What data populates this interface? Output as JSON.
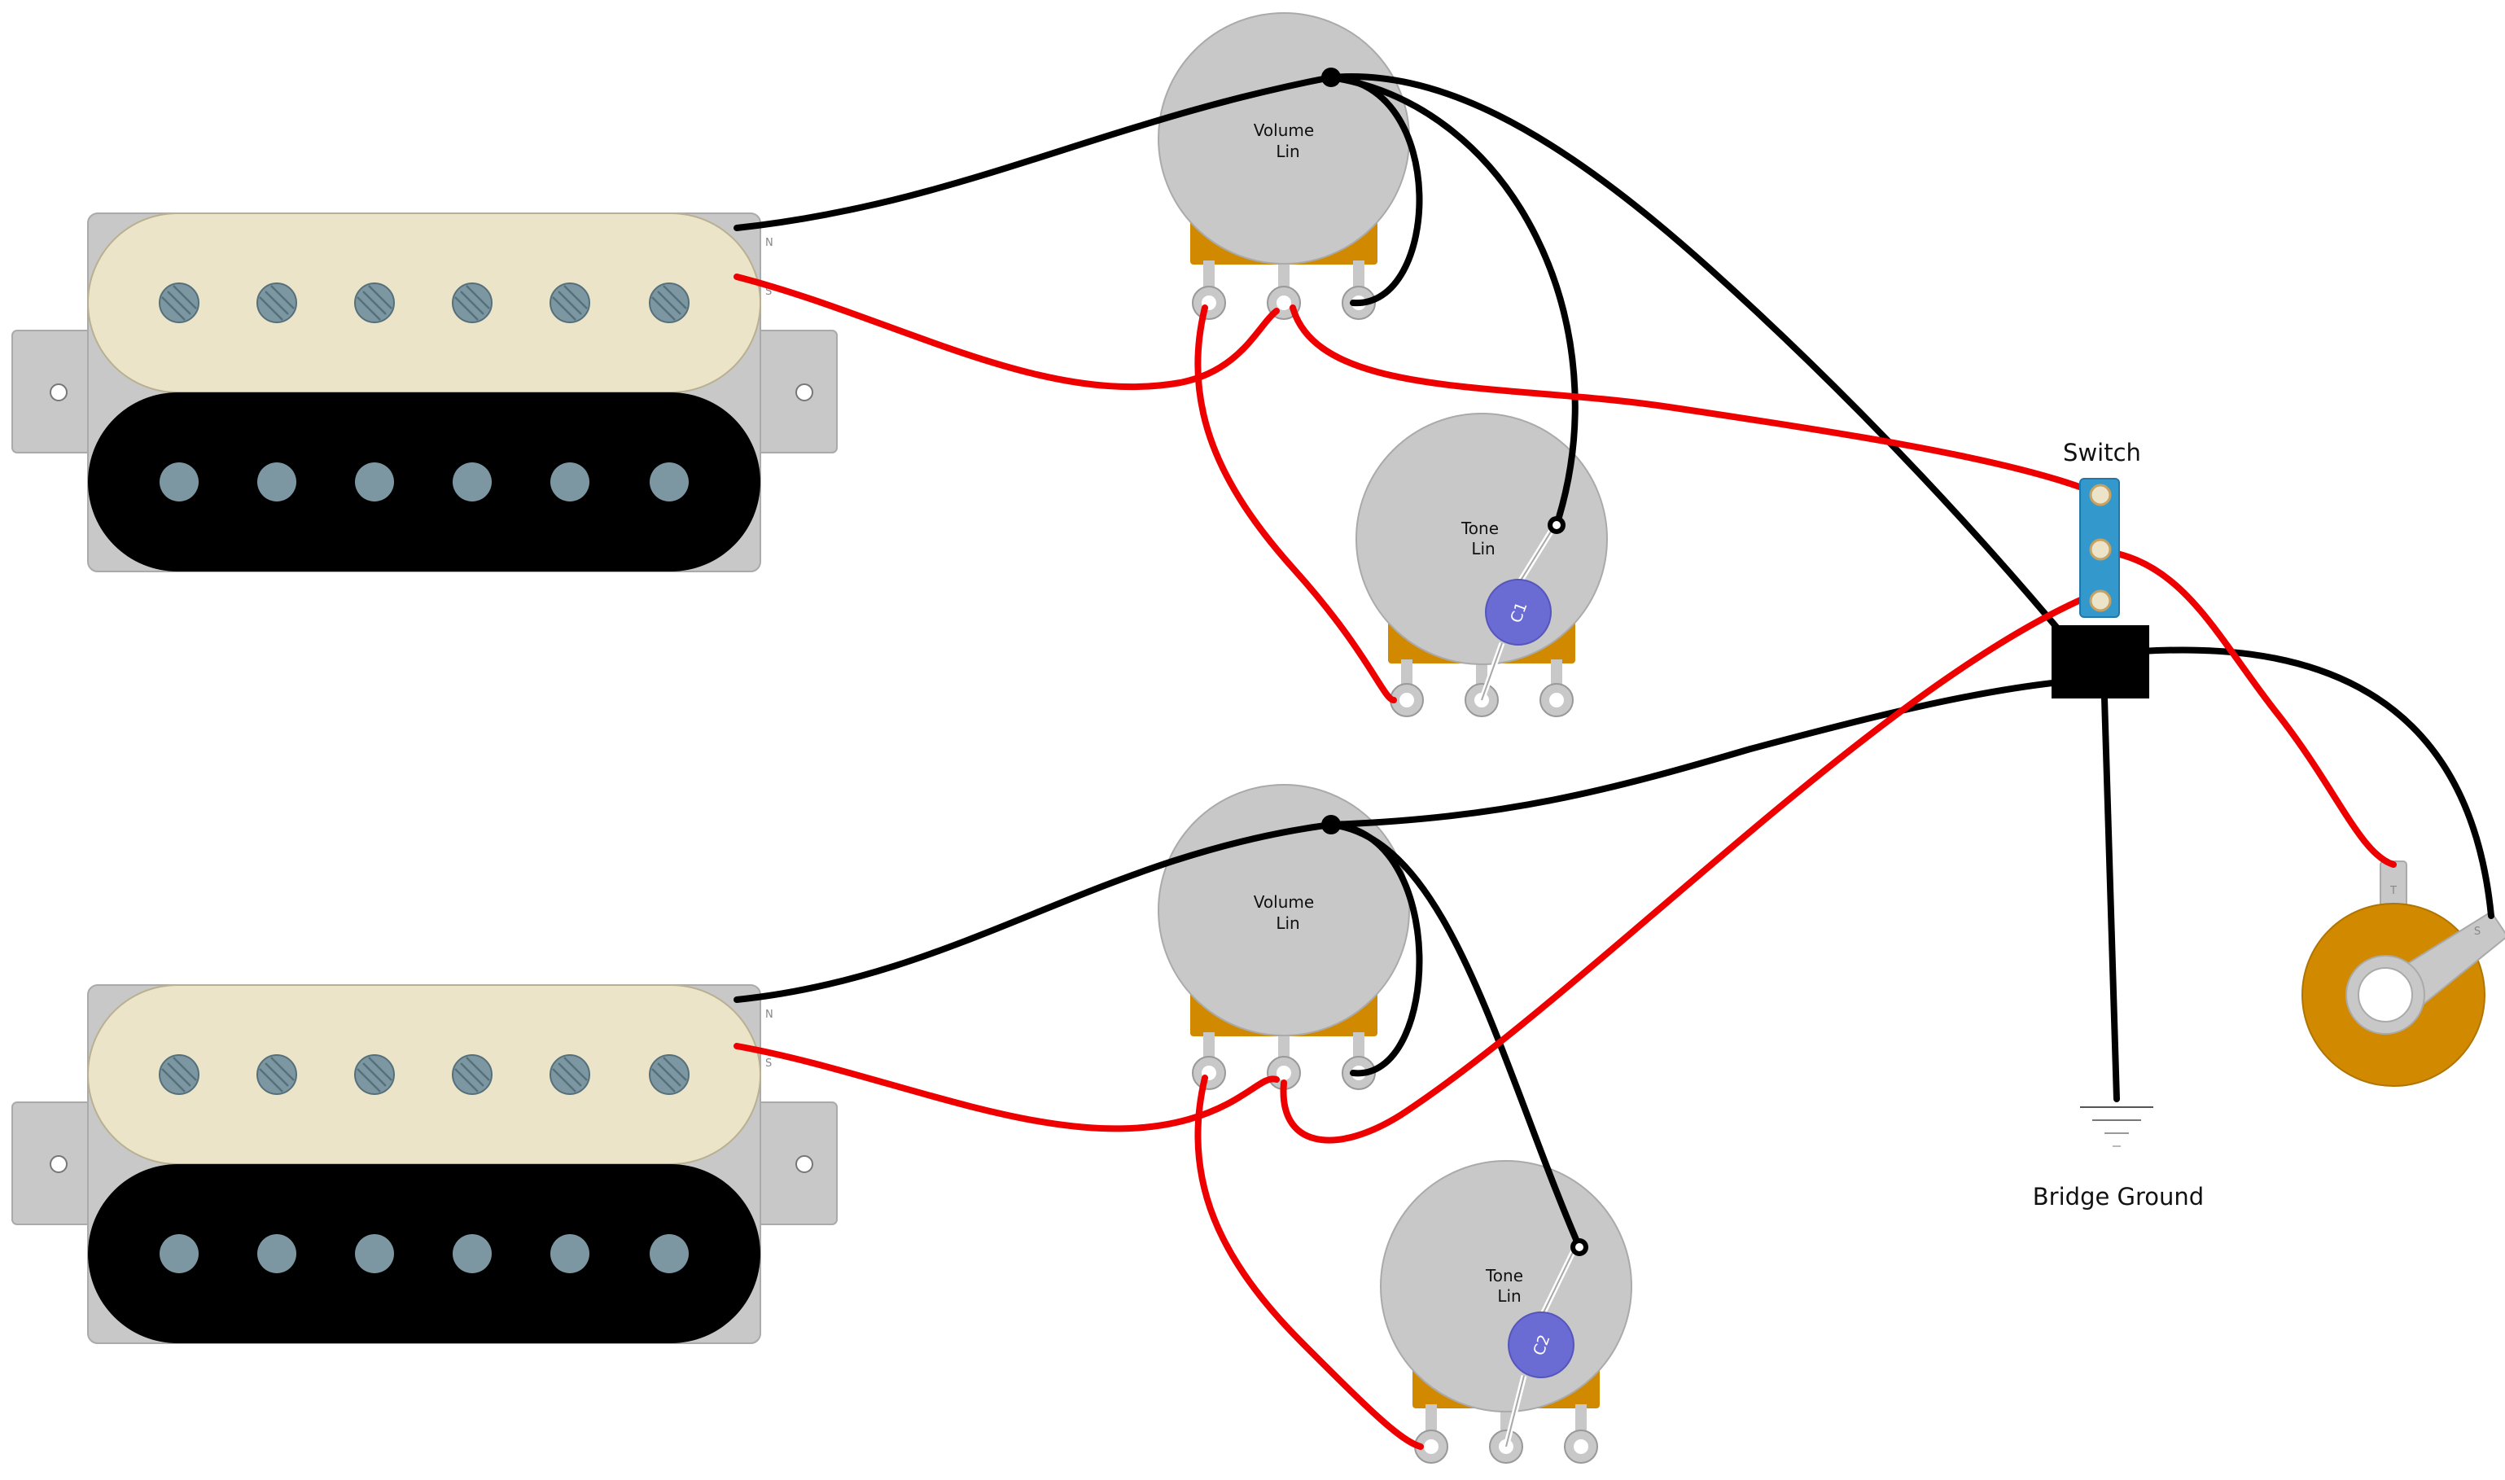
{
  "colors": {
    "wire_hot": "#ee0000",
    "wire_ground": "#000000",
    "pickup_cream": "#ebe4c8",
    "pickup_black": "#000000",
    "pickup_base": "#c8c8c8",
    "pole": "#7c97a2",
    "pot_body": "#c8c8c8",
    "pot_tab": "#d18a00",
    "switch_body": "#3399cc",
    "capacitor": "#6b6bd4",
    "jack_ring": "#d18a00"
  },
  "pickups": [
    {
      "name": "neck-pickup",
      "north_label": "N",
      "south_label": "S"
    },
    {
      "name": "bridge-pickup",
      "north_label": "N",
      "south_label": "S"
    }
  ],
  "pots": [
    {
      "name": "volume-pot-1",
      "line1": "Volume",
      "line2": "Lin"
    },
    {
      "name": "tone-pot-1",
      "line1": "Tone",
      "line2": "Lin"
    },
    {
      "name": "volume-pot-2",
      "line1": "Volume",
      "line2": "Lin"
    },
    {
      "name": "tone-pot-2",
      "line1": "Tone",
      "line2": "Lin"
    }
  ],
  "capacitors": [
    {
      "name": "capacitor-c1",
      "label": "C1"
    },
    {
      "name": "capacitor-c2",
      "label": "C2"
    }
  ],
  "switch": {
    "label": "Switch"
  },
  "ground": {
    "label": "Bridge Ground"
  },
  "jack": {
    "tip_label": "T",
    "sleeve_label": "S"
  }
}
